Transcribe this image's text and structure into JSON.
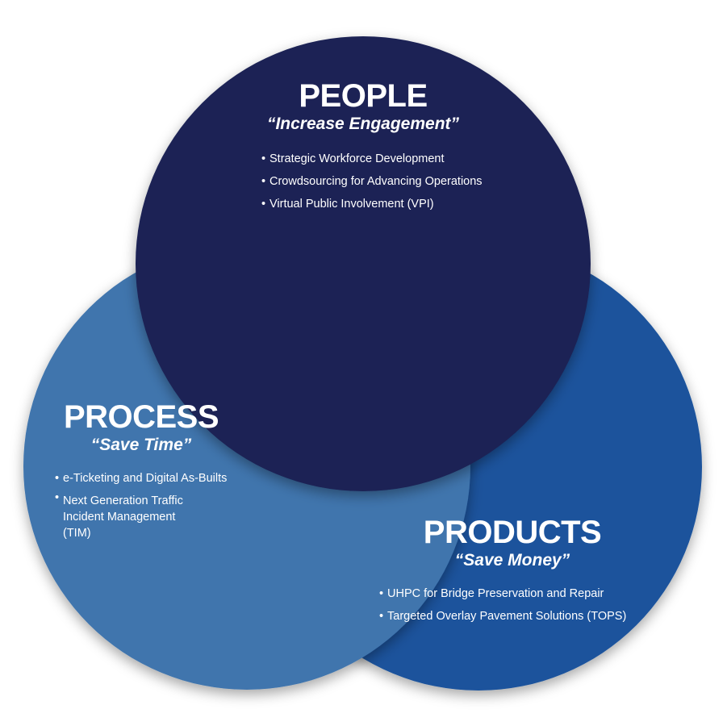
{
  "colors": {
    "people": "#1b2454",
    "process": "#3f74ad",
    "products": "#1a539c",
    "text": "#ffffff"
  },
  "people": {
    "title": "PEOPLE",
    "tagline": "“Increase Engagement”",
    "items": [
      "Strategic Workforce Development",
      "Crowdsourcing for Advancing Operations",
      "Virtual Public Involvement (VPI)"
    ]
  },
  "process": {
    "title": "PROCESS",
    "tagline": "“Save Time”",
    "items": [
      "e-Ticketing and Digital As-Builts",
      "Next Generation Traffic Incident Management (TIM)"
    ]
  },
  "products": {
    "title": "PRODUCTS",
    "tagline": "“Save Money”",
    "items": [
      "UHPC for Bridge Preservation and Repair",
      "Targeted Overlay Pavement Solutions (TOPS)"
    ]
  }
}
